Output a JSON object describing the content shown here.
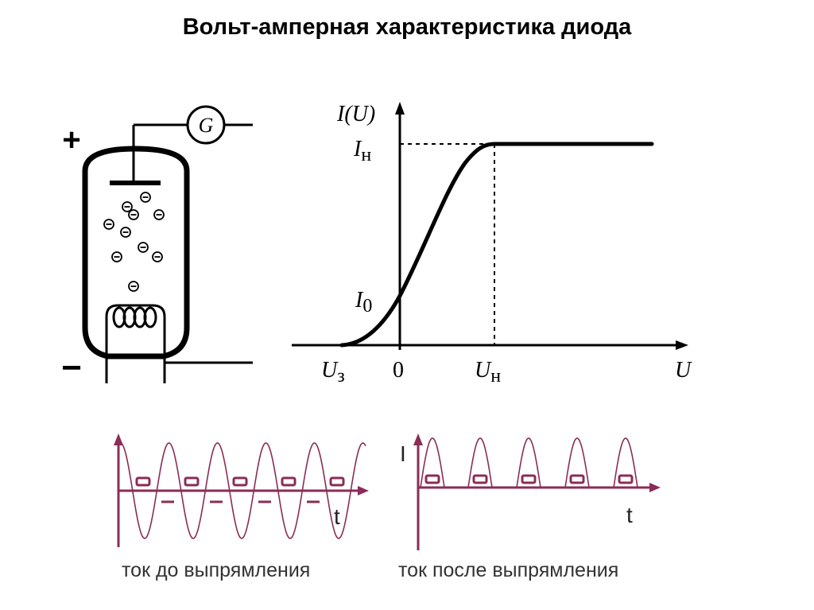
{
  "slide": {
    "title": "Вольт-амперная характеристика диода"
  },
  "tube": {
    "plus_sign": "+",
    "minus_sign": "−",
    "galvanometer_label": "G",
    "electron_symbol": "⊖",
    "electron_count": 10
  },
  "iv_curve": {
    "y_axis_label": "I(U)",
    "saturation_current_label": "Iн",
    "initial_current_label": "I0",
    "x_axis_label": "U",
    "zero_label": "0",
    "cutoff_voltage_label": "Uз",
    "saturation_voltage_label": "Uн",
    "colors": {
      "curve": "#000000",
      "axis": "#000000",
      "dashed": "#000000"
    }
  },
  "rectification": {
    "before": {
      "caption": "ток до выпрямления",
      "t_label": "t",
      "periods": 5
    },
    "after": {
      "caption": "ток после выпрямления",
      "t_label": "t",
      "i_label": "I",
      "periods": 5
    },
    "colors": {
      "wave": "#8a2d57",
      "axis": "#8a2d57",
      "marker": "#8a2d57"
    }
  }
}
